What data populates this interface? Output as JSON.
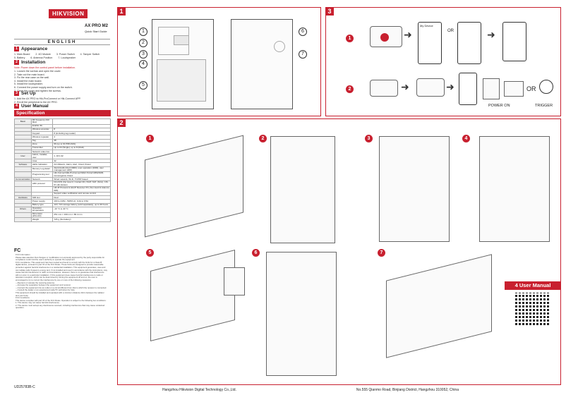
{
  "brand": "HIKVISION",
  "product": {
    "title": "AX PRO M2",
    "subtitle": "Quick Start Guide"
  },
  "language": "ENGLISH",
  "sections": {
    "appearance": {
      "num": "1",
      "title": "Appearance",
      "text": "1. Main Board        2. 4G Module        3. Power Switch        4. Tamper Switch\n5. Battery        6. Antenna Position        7. Loudspeaker"
    },
    "installation": {
      "num": "2",
      "title": "Installation",
      "note": "Note: Power down the control panel before installation.",
      "steps": "1. Loosen the screws and open the cover.\n2. Take out the main board.\n3. Fix the rear case on the wall.\n4. Install the main board.\n5. Install the loudspeaker.\n6. Connect the power supply and turn on the switch.\n7. Close the cover and tighten the screws."
    },
    "setup": {
      "num": "3",
      "title": "Set Up",
      "steps": "1. Add the AX PRO to Hik-ProConnect or Hik-Connect APP.\n2. Enroll the peripheral to the AX PRO."
    },
    "user_manual": {
      "num": "4",
      "title": "User Manual"
    }
  },
  "specification": {
    "title": "Specification",
    "rows": [
      [
        "Basic",
        "RF frequency 433 MHz",
        ""
      ],
      [
        "",
        "Enable 4G",
        ""
      ],
      [
        "",
        "Wireless wounder",
        "8"
      ],
      [
        "",
        "Keypad",
        "8 (including tag reader)"
      ],
      [
        "",
        "Wireless repeater",
        "4"
      ],
      [
        "",
        "Tag",
        "48"
      ],
      [
        "",
        "Zone",
        "96 (up to 64 PIRCAMs)"
      ],
      [
        "",
        "Transmitter",
        "Up to 64 (Single), up to 8 (Multi)"
      ],
      [
        "",
        "Network video live",
        ""
      ],
      [
        "User",
        "Admin, Installer, user",
        "1, 1FC-32"
      ],
      [
        "",
        "Area",
        "32"
      ],
      [
        "Software",
        "LEDs Indication",
        "Arm/Disarm, Alarm, Alert, Cloud, Power"
      ],
      [
        "",
        "Memory Log detail",
        "Alarm/Authorized (3000), user operation (1000), user management (200)"
      ],
      [
        "",
        "Programming tool",
        "Hik-Connect/Hik-ProConnect/Web Portal/ ARM/ARM, Convergence Cloud"
      ],
      [
        "Communication",
        "Network",
        "Wired network, Wi-Fi, TCP/IP based"
      ],
      [
        "",
        "ARC protocol",
        "DA-DCN (Ver level 2, Contact ID), ISUP, NAT, (SCA), CIS-IP, Hik Version"
      ],
      [
        "",
        "",
        "Hik-IP Protocol & Hik-IP Receiver Pro (Sur-Gard & Ademco 685)"
      ],
      [
        "",
        "",
        "Support video verification and remote control"
      ],
      [
        "Hardware",
        "SIM slot",
        "Dual"
      ],
      [
        "",
        "Power supply",
        "100 to 240V~ 50/60 Hz, 0.2A to 0.5A"
      ],
      [
        "",
        "Battery type",
        "12V, 7Ah storage battery (sold separately), up to 36 hours"
      ],
      [
        "Others",
        "Operation temperature",
        "-10 °C to 40 °C"
      ],
      [
        "",
        "Dimension (W×H×D)",
        "251 mm × 199 mm × 80.4 mm"
      ],
      [
        "",
        "Weight",
        "725 g (No battery)"
      ]
    ]
  },
  "fcc": {
    "heading": "FC",
    "text": "FCC Information\nPlease take attention that changes or modification not expressly approved by the party responsible for compliance could void the user's authority to operate the equipment.\nFCC compliance: This equipment has been tested and found to comply with the limits for a Class B digital device, pursuant to part 15 of the FCC Rules. These limits are designed to provide reasonable protection against harmful interference in a residential installation. This equipment generates, uses and can radiate radio frequency energy and, if not installed and used in accordance with the instructions, may cause harmful interference to radio communications. However, there is no guarantee that interference will not occur in a particular installation. If this equipment does cause harmful interference to radio or television reception, which can be determined by turning the equipment off and on, the user is encouraged to try to correct the interference by one or more of the following measures:\n—Reorient or relocate the receiving antenna.\n—Increase the separation between the equipment and receiver.\n—Connect the equipment into an outlet on a circuit different from that to which the receiver is connected.\n—Consult the dealer or an experienced radio/TV technician for help.\nThis equipment should be installed and operated with a minimum distance 20cm between the radiator and your body.\nFCC Conditions\nThis device complies with part 15 of the FCC Rules. Operation is subject to the following two conditions:\n1. This device may not cause harmful interference.\n2. This device must accept any interference received, including interference that may cause undesired operation."
  },
  "doc_code": "UD25783B-C",
  "footer": {
    "company": "Hangzhou Hikvision Digital Technology Co.,Ltd.",
    "address": "No.555 Qianmo Road, Binjiang District, Hangzhou 310052, China"
  },
  "panels": {
    "p1": {
      "num": "1",
      "callouts": [
        "1",
        "2",
        "3",
        "4",
        "5",
        "6",
        "7"
      ]
    },
    "p2": {
      "num": "2",
      "steps": [
        "1",
        "2",
        "3",
        "4",
        "5",
        "6",
        "7"
      ]
    },
    "p3": {
      "num": "3",
      "steps": [
        "1",
        "2"
      ],
      "labels": {
        "mydevice": "My Device",
        "or1": "OR",
        "or2": "OR",
        "power_on": "POWER ON",
        "trigger": "TRIGGER"
      }
    }
  },
  "manual_box": {
    "title": "4 User Manual"
  },
  "colors": {
    "accent": "#c8202f"
  }
}
